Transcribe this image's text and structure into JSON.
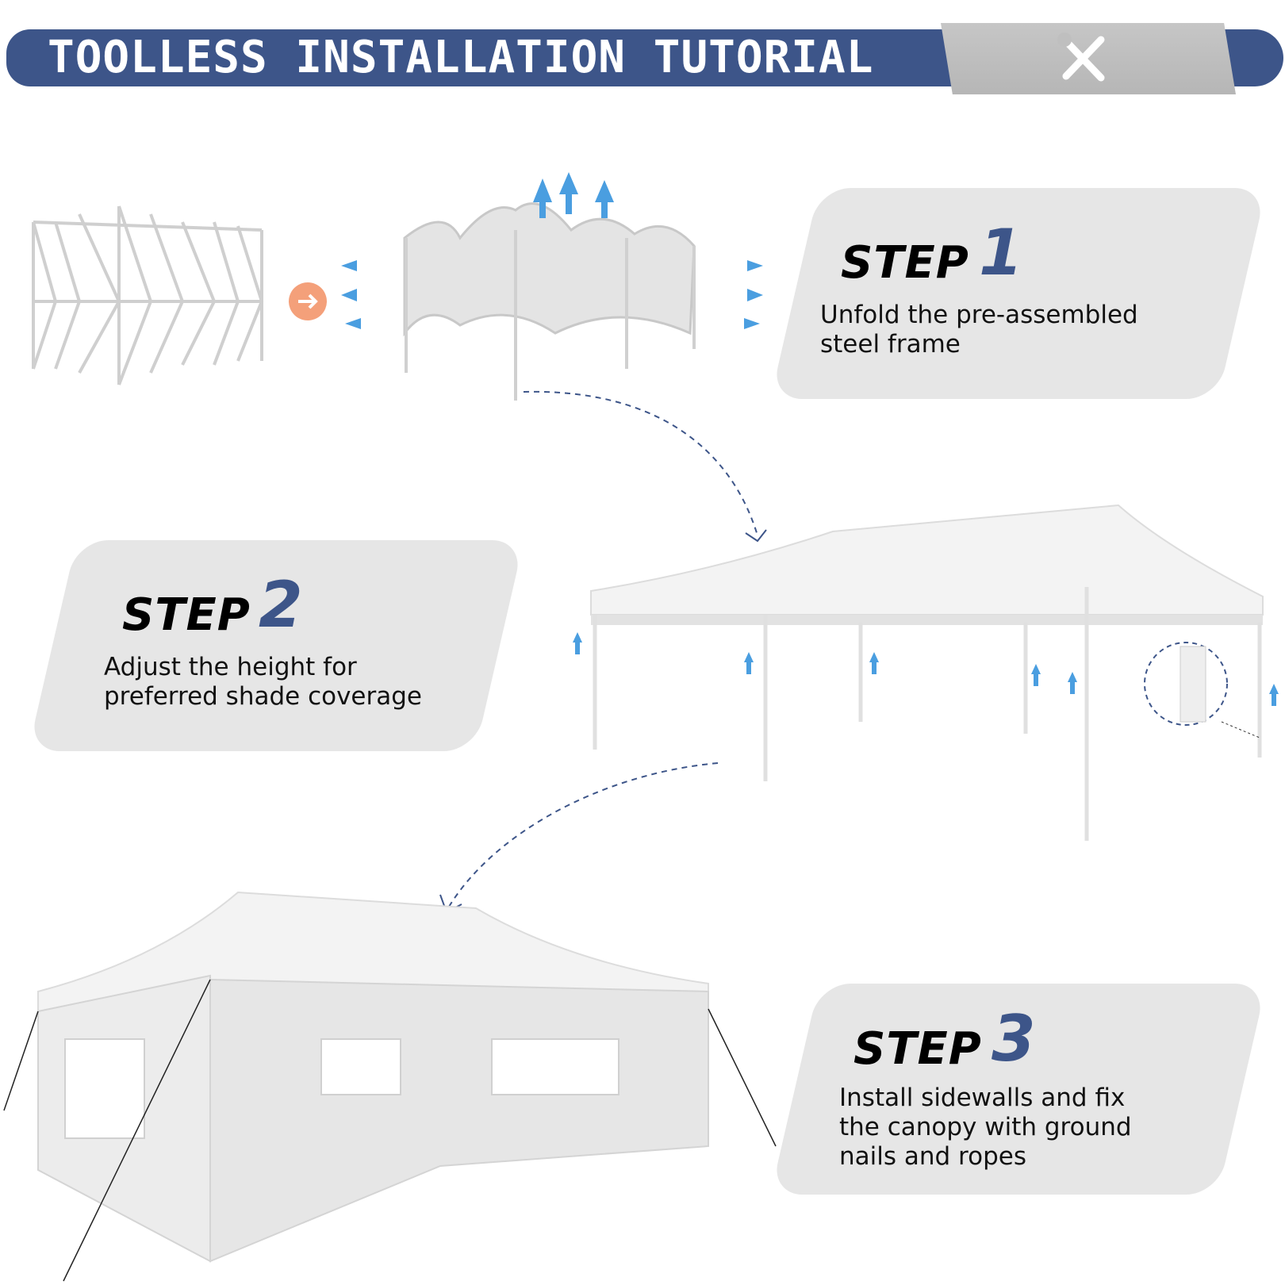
{
  "header": {
    "title": "TOOLLESS INSTALLATION TUTORIAL",
    "icon": "wrench-screwdriver-icon"
  },
  "colors": {
    "brand_blue": "#3d5589",
    "card_gray": "#e6e6e6",
    "tab_gray": "#bfbfbf",
    "arrow_orange": "#f4a07a",
    "arrow_blue": "#4a9ee0"
  },
  "steps": [
    {
      "label": "STEP",
      "number": "1",
      "description": "Unfold the pre-assembled\nsteel frame"
    },
    {
      "label": "STEP",
      "number": "2",
      "description": "Adjust the height for\npreferred shade coverage"
    },
    {
      "label": "STEP",
      "number": "3",
      "description": "Install sidewalls and fix\nthe canopy with ground\nnails and ropes"
    }
  ]
}
